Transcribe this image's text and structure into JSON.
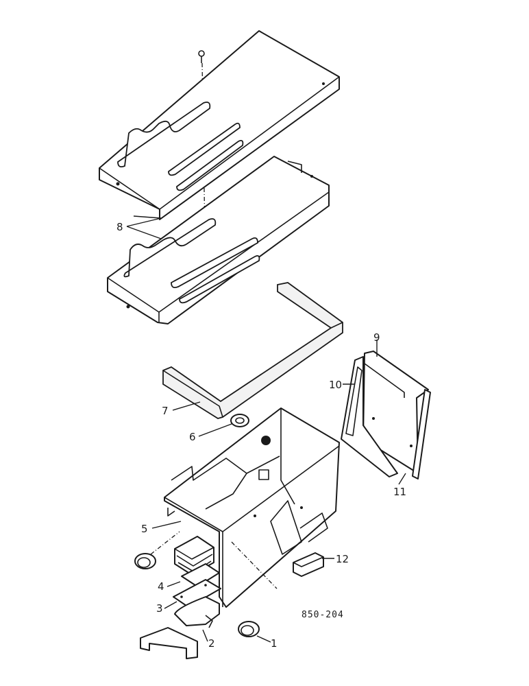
{
  "diagram": {
    "reference_code": "850-204",
    "callouts": [
      {
        "id": "1",
        "label": "1"
      },
      {
        "id": "2",
        "label": "2"
      },
      {
        "id": "3",
        "label": "3"
      },
      {
        "id": "4",
        "label": "4"
      },
      {
        "id": "5",
        "label": "5"
      },
      {
        "id": "6",
        "label": "6"
      },
      {
        "id": "7",
        "label": "7"
      },
      {
        "id": "8",
        "label": "8"
      },
      {
        "id": "9",
        "label": "9"
      },
      {
        "id": "10",
        "label": "10"
      },
      {
        "id": "11",
        "label": "11"
      },
      {
        "id": "12",
        "label": "12"
      }
    ]
  }
}
